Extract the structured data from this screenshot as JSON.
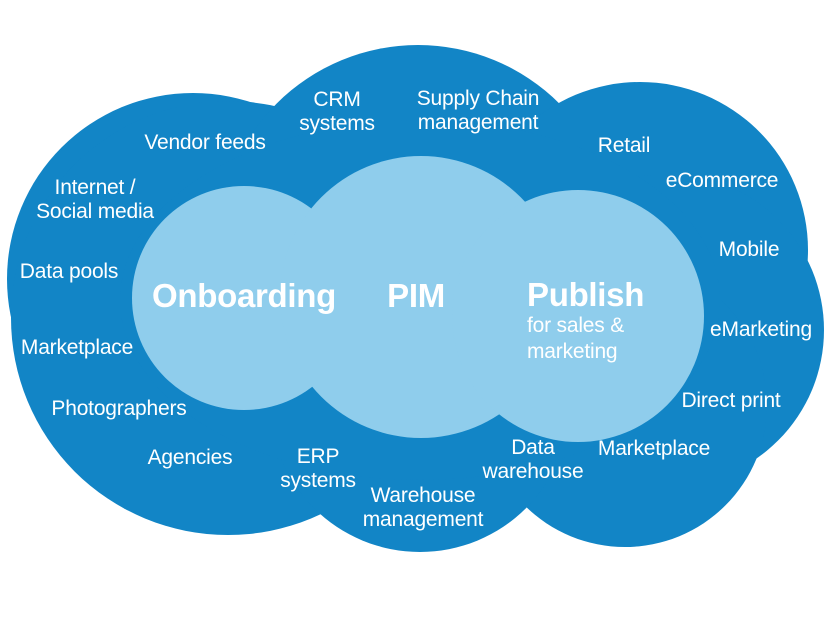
{
  "colors": {
    "background": "#ffffff",
    "outer_cloud": "#1285C6",
    "inner_cloud": "#8FCDEC",
    "label_text": "#ffffff"
  },
  "core": {
    "onboarding": "Onboarding",
    "pim": "PIM",
    "publish": "Publish",
    "publish_sub": [
      "for sales &",
      "marketing"
    ]
  },
  "outer": {
    "vendor_feeds": [
      "Vendor feeds"
    ],
    "crm_systems": [
      "CRM",
      "systems"
    ],
    "supply_chain": [
      "Supply Chain",
      "management"
    ],
    "retail": [
      "Retail"
    ],
    "ecommerce": [
      "eCommerce"
    ],
    "mobile": [
      "Mobile"
    ],
    "emarketing": [
      "eMarketing"
    ],
    "direct_print": [
      "Direct print"
    ],
    "marketplace_right": [
      "Marketplace"
    ],
    "data_warehouse": [
      "Data",
      "warehouse"
    ],
    "warehouse_management": [
      "Warehouse",
      "management"
    ],
    "erp_systems": [
      "ERP",
      "systems"
    ],
    "agencies": [
      "Agencies"
    ],
    "photographers": [
      "Photographers"
    ],
    "marketplace_left": [
      "Marketplace"
    ],
    "data_pools": [
      "Data pools"
    ],
    "internet_social_media": [
      "Internet /",
      "Social media"
    ]
  }
}
